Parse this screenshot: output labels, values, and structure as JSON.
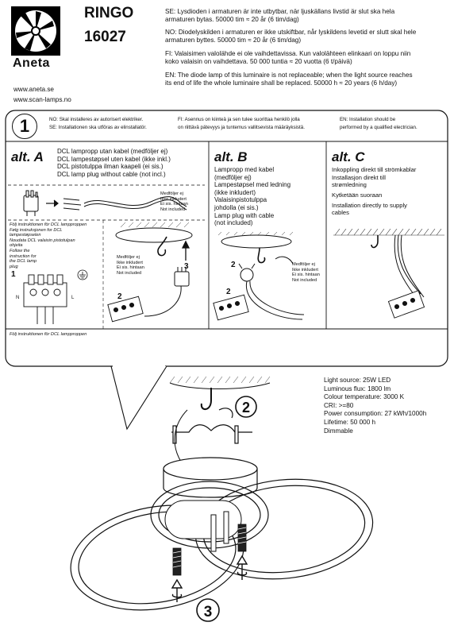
{
  "header": {
    "brand": "Aneta",
    "product_name": "RINGO",
    "product_code": "16027",
    "websites": [
      "www.aneta.se",
      "www.scan-lamps.no"
    ],
    "notices": [
      [
        "SE: Lysdioden i armaturen är inte utbytbar, när ljuskällans livstid är slut ska hela",
        "armaturen bytas. 50000 tim ≈ 20 år (6 tim/dag)"
      ],
      [
        "NO: Diodelyskilden i armaturen er ikke utskiftbar, når lyskildens levetid er slutt skal hele",
        "armaturen byttes. 50000 tim ≈ 20 år (6 tim/dag)"
      ],
      [
        "FI: Valaisimen valolähde ei ole vaihdettavissa. Kun valolähteen elinkaari on loppu niin",
        "koko valaisin on vaihdettava.  50 000 tuntia ≈ 20 vuotta (6 t/päivä)"
      ],
      [
        "EN: The diode lamp of this luminaire is not replaceable; when the light source reaches",
        "its end of life the whole luminaire shall be replaced. 50000 h ≈ 20 years (6 h/day)"
      ]
    ]
  },
  "step1": {
    "number": "1",
    "install_notes": {
      "no_se": [
        "NO: Skal installeres av autorisert elektriker.",
        "SE: Installationen ska utföras av elinstallatör."
      ],
      "fi": [
        "FI:  Asennus on kiinteä ja sen tulee suorittaa henkilö jolla",
        "on riittävä pätevyys ja tuntemus vallitsevista määräyksistä."
      ],
      "en": [
        "EN: Installation should be",
        "performed by a qualified electrician."
      ]
    }
  },
  "alt_a": {
    "title": "alt. A",
    "lines": [
      "DCL lampropp utan kabel (medföljer ej)",
      "DCL lampestøpsel uten kabel (ikke inkl.)",
      "DCL  pistotulppa ilman kaapeli (ei sis.)",
      "DCL lamp plug without cable (not incl.)"
    ],
    "not_included_1": [
      "Medföljer ej",
      "Ikke inkludert",
      "Ei sis. hintaan",
      "Not included"
    ],
    "not_included_2": [
      "Medföljer ej",
      "Ikke inkludert",
      "Ei sis. hintaan",
      "Not included"
    ],
    "follow_top": [
      "Följ instruktionen för DCL lampproppen",
      "Følg instruksjonen for DCL",
      "lampestøpselen",
      "Noudata DCL valaisin pistotulpan",
      "ohjeita",
      "Follow the",
      "instruction for",
      "the DCL lamp",
      "plug"
    ],
    "follow_bottom": "Följ instruktionen för DCL lampproppen",
    "step_numbers": [
      "1",
      "2",
      "3"
    ],
    "terminal_labels": [
      "N",
      "L"
    ]
  },
  "alt_b": {
    "title": "alt. B",
    "lines": [
      "Lampropp med kabel",
      "(medföljer ej)",
      "Lampestøpsel med ledning",
      "(ikke inkludert)",
      "Valaisinpistotulppa",
      "johdolla (ei sis.)",
      "Lamp plug with cable",
      "(not included)"
    ],
    "not_included": [
      "Medföljer ej",
      "Ikke inkludert",
      "Ei sis. hintaan",
      "Not included"
    ],
    "step_numbers": [
      "2",
      "2"
    ]
  },
  "alt_c": {
    "title": "alt. C",
    "lines": [
      "Inkoppling direkt till strömkablar",
      "Installasjon direkt till",
      "strømledning",
      "Kytketään suoraan",
      "Installation directly to supply",
      "cables"
    ]
  },
  "specs": [
    "Light source:  25W LED",
    "Luminous flux: 1800 lm",
    "Colour temperature: 3000 K",
    "CRI: >=80",
    "Power consumption: 27 kWh/1000h",
    "Lifetime: 50 000 h",
    "Dimmable"
  ],
  "steps": {
    "step2": "2",
    "step3": "3"
  },
  "colors": {
    "ink": "#111111",
    "panel_bg": "#ffffff",
    "hatch": "#333333"
  }
}
